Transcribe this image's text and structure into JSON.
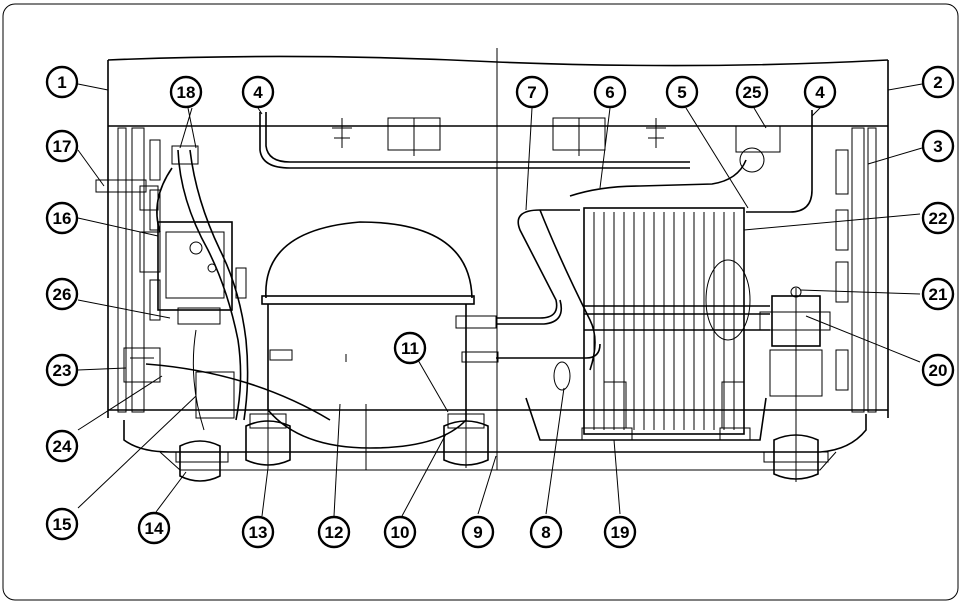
{
  "figure": {
    "kind": "refrigerator machine compartment parts diagram",
    "callouts": [
      {
        "id": "c1",
        "label": "1"
      },
      {
        "id": "c2",
        "label": "2"
      },
      {
        "id": "c3",
        "label": "3"
      },
      {
        "id": "c4a",
        "label": "4"
      },
      {
        "id": "c4b",
        "label": "4"
      },
      {
        "id": "c5",
        "label": "5"
      },
      {
        "id": "c6",
        "label": "6"
      },
      {
        "id": "c7",
        "label": "7"
      },
      {
        "id": "c8",
        "label": "8"
      },
      {
        "id": "c9",
        "label": "9"
      },
      {
        "id": "c10",
        "label": "10"
      },
      {
        "id": "c11",
        "label": "11"
      },
      {
        "id": "c12",
        "label": "12"
      },
      {
        "id": "c13",
        "label": "13"
      },
      {
        "id": "c14",
        "label": "14"
      },
      {
        "id": "c15",
        "label": "15"
      },
      {
        "id": "c16",
        "label": "16"
      },
      {
        "id": "c17",
        "label": "17"
      },
      {
        "id": "c18",
        "label": "18"
      },
      {
        "id": "c19",
        "label": "19"
      },
      {
        "id": "c20",
        "label": "20"
      },
      {
        "id": "c21",
        "label": "21"
      },
      {
        "id": "c22",
        "label": "22"
      },
      {
        "id": "c23",
        "label": "23"
      },
      {
        "id": "c24",
        "label": "24"
      },
      {
        "id": "c25",
        "label": "25"
      },
      {
        "id": "c26",
        "label": "26"
      }
    ]
  }
}
